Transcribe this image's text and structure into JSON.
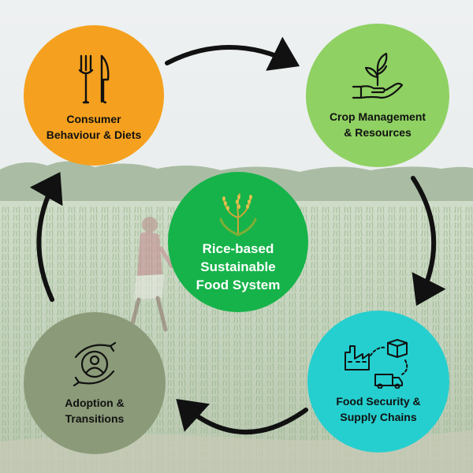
{
  "colors": {
    "consumer": "#f5a11f",
    "crop": "#8fd162",
    "food": "#25cfcf",
    "adoption": "#8b9a78",
    "center": "#16b34a",
    "arrow": "#111111"
  },
  "nodes": {
    "consumer": {
      "label": "Consumer\nBehaviour & Diets",
      "icon": "fork-knife-icon"
    },
    "crop": {
      "label": "Crop Management\n& Resources",
      "icon": "hand-sprout-icon"
    },
    "food": {
      "label": "Food Security &\nSupply Chains",
      "icon": "factory-truck-icon"
    },
    "adoption": {
      "label": "Adoption &\nTransitions",
      "icon": "person-cycle-icon"
    },
    "center": {
      "label": "Rice-based\nSustainable\nFood System",
      "icon": "rice-plant-icon"
    }
  },
  "cycle_order": [
    "consumer",
    "crop",
    "food",
    "adoption"
  ]
}
